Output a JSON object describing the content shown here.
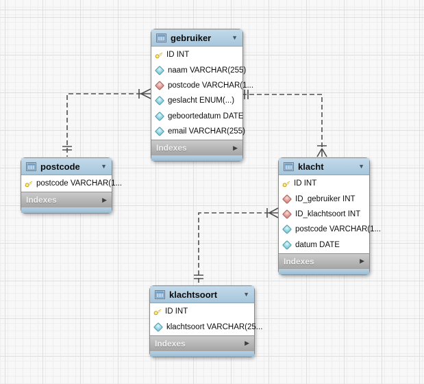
{
  "icons": {
    "collapse_glyph": "▼",
    "expand_glyph": "▶"
  },
  "colors": {
    "table_header_blue": "#b3cfe2",
    "table_footer_gray": "#adadad",
    "key_icon_yellow": "#fdec7e",
    "column_icon_cyan": "#7fd0de",
    "fk_icon_red": "#dd8d87",
    "relationship_line": "#4d4d4d",
    "canvas_background": "#f8f8f8"
  },
  "tables": [
    {
      "title": "gebruiker",
      "footer": "Indexes",
      "columns": [
        {
          "icon": "key",
          "label": "ID INT"
        },
        {
          "icon": "column",
          "label": "naam VARCHAR(255)"
        },
        {
          "icon": "fk",
          "label": "postcode VARCHAR(1..."
        },
        {
          "icon": "column",
          "label": "geslacht ENUM(...)"
        },
        {
          "icon": "column",
          "label": "geboortedatum DATE"
        },
        {
          "icon": "column",
          "label": "email VARCHAR(255)"
        }
      ]
    },
    {
      "title": "postcode",
      "footer": "Indexes",
      "columns": [
        {
          "icon": "key",
          "label": "postcode VARCHAR(1..."
        }
      ]
    },
    {
      "title": "klacht",
      "footer": "Indexes",
      "columns": [
        {
          "icon": "key",
          "label": "ID INT"
        },
        {
          "icon": "fk",
          "label": "ID_gebruiker INT"
        },
        {
          "icon": "fk",
          "label": "ID_klachtsoort INT"
        },
        {
          "icon": "column",
          "label": "postcode VARCHAR(1..."
        },
        {
          "icon": "column",
          "label": "datum DATE"
        }
      ]
    },
    {
      "title": "klachtsoort",
      "footer": "Indexes",
      "columns": [
        {
          "icon": "key",
          "label": "ID INT"
        },
        {
          "icon": "column",
          "label": "klachtsoort VARCHAR(25..."
        }
      ]
    }
  ],
  "relationships": [
    {
      "from_table": "postcode",
      "from_cardinality": "one",
      "to_table": "gebruiker",
      "to_cardinality": "many",
      "line_style": "dashed"
    },
    {
      "from_table": "gebruiker",
      "from_cardinality": "one",
      "to_table": "klacht",
      "to_cardinality": "many",
      "line_style": "dashed"
    },
    {
      "from_table": "klachtsoort",
      "from_cardinality": "one",
      "to_table": "klacht",
      "to_cardinality": "many",
      "line_style": "dashed"
    }
  ]
}
